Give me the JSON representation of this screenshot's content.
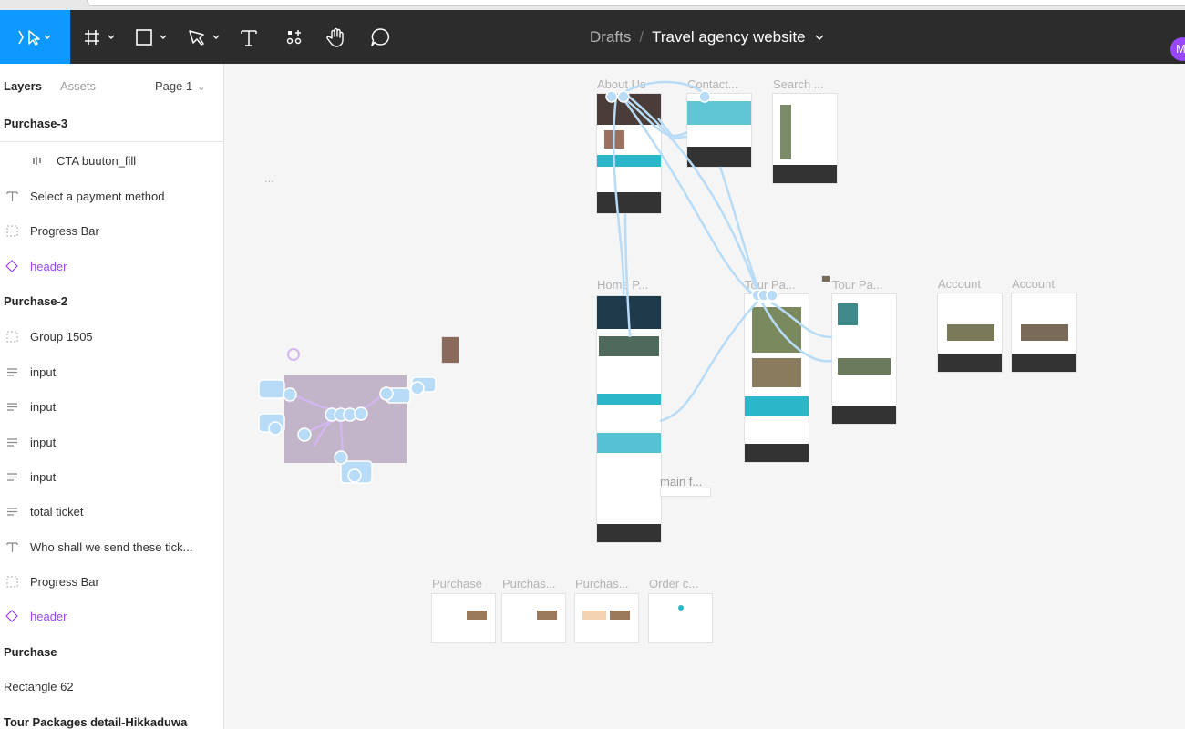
{
  "breadcrumb": {
    "drafts": "Drafts",
    "separator": "/",
    "file": "Travel agency website"
  },
  "avatar_initial": "M",
  "toolbar": {
    "icons": [
      "move-tool-icon",
      "frame-tool-icon",
      "shape-tool-icon",
      "pen-tool-icon",
      "text-tool-icon",
      "resources-icon",
      "hand-tool-icon",
      "comment-icon"
    ]
  },
  "left": {
    "tabs": {
      "layers": "Layers",
      "assets": "Assets"
    },
    "page": "Page 1",
    "rows": [
      {
        "kind": "frame",
        "label": "Purchase-3"
      },
      {
        "kind": "component",
        "label": "CTA buuton_fill"
      },
      {
        "kind": "text",
        "label": "Select a payment method"
      },
      {
        "kind": "group",
        "label": "Progress Bar"
      },
      {
        "kind": "instance",
        "label": "header"
      },
      {
        "kind": "frame",
        "label": "Purchase-2"
      },
      {
        "kind": "group",
        "label": "Group 1505"
      },
      {
        "kind": "autolayout",
        "label": "input"
      },
      {
        "kind": "autolayout",
        "label": "input"
      },
      {
        "kind": "autolayout",
        "label": "input"
      },
      {
        "kind": "autolayout",
        "label": "input"
      },
      {
        "kind": "autolayout",
        "label": "total ticket"
      },
      {
        "kind": "text",
        "label": "Who shall we send these tick..."
      },
      {
        "kind": "group",
        "label": "Progress Bar"
      },
      {
        "kind": "instance",
        "label": "header"
      },
      {
        "kind": "frame",
        "label": "Purchase"
      },
      {
        "kind": "plain",
        "label": "Rectangle 62"
      },
      {
        "kind": "frame",
        "label": "Tour Packages detail-Hikkaduwa"
      }
    ]
  },
  "canvas": {
    "frames": [
      {
        "label": "About Us"
      },
      {
        "label": "Contact..."
      },
      {
        "label": "Search ..."
      },
      {
        "label": "Home P..."
      },
      {
        "label": "Tour Pa..."
      },
      {
        "label": "Tour Pa..."
      },
      {
        "label": "Account"
      },
      {
        "label": "Account"
      },
      {
        "label": "Purchase"
      },
      {
        "label": "Purchas..."
      },
      {
        "label": "Purchas..."
      },
      {
        "label": "Order c..."
      },
      {
        "label": "main f..."
      }
    ],
    "ellipsis": "..."
  },
  "colors": {
    "toolbar": "#2c2c2c",
    "accent": "#0d99ff",
    "component": "#9747ff",
    "teal": "#2bb7c9",
    "prototype": "#b8dcf7"
  }
}
